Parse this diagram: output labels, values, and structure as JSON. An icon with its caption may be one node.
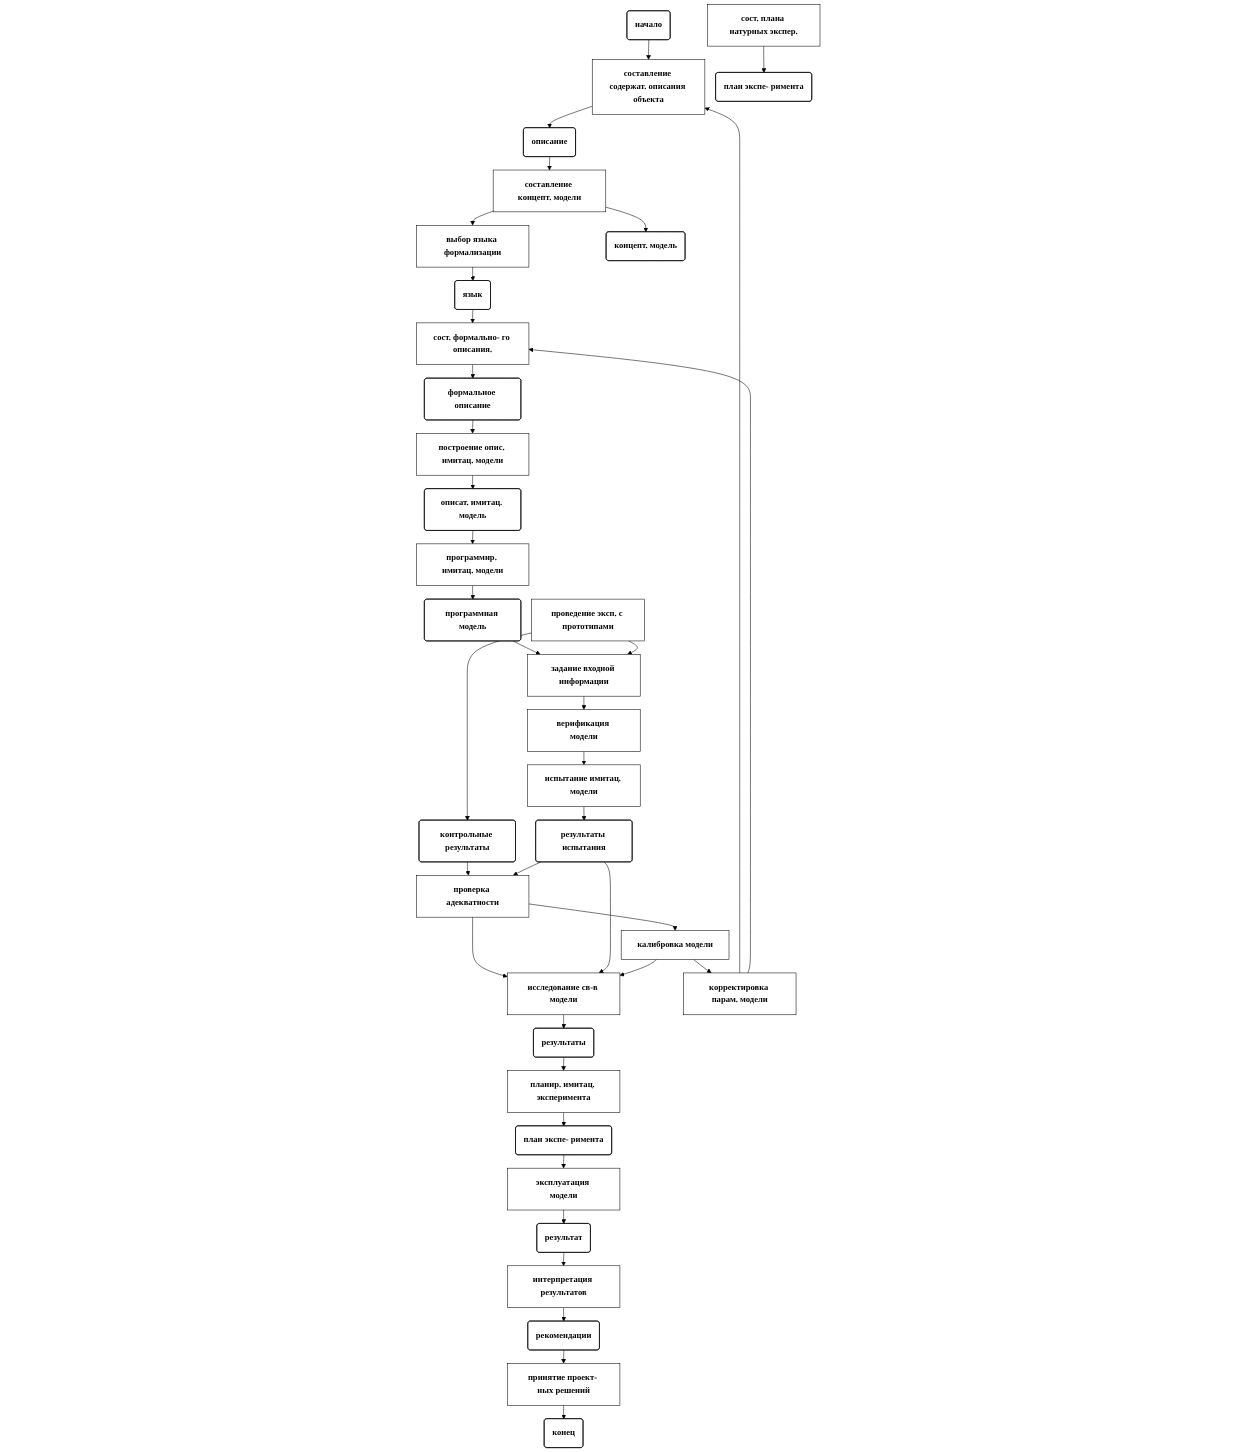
{
  "diagram": {
    "nodes": [
      {
        "text": [
          "начало"
        ]
      },
      {
        "text": [
          "составление содержат. описания объекта"
        ]
      },
      {
        "text": [
          "описание"
        ]
      },
      {
        "text": [
          "составление концепт. модели"
        ]
      },
      {
        "text": [
          "язык"
        ]
      },
      {
        "text": [
          "выбор языка формализации"
        ]
      },
      {
        "text": [
          "концепт. модель"
        ]
      },
      {
        "text": [
          "сост. плана натурных экспер."
        ]
      },
      {
        "text": [
          "сост. формально- го описания."
        ]
      },
      {
        "text": [
          "формальное описание"
        ]
      },
      {
        "text": [
          "построение опис. имитац. модели"
        ]
      },
      {
        "text": [
          "план экспе- римента"
        ]
      },
      {
        "text": [
          "программная модель"
        ]
      },
      {
        "text": [
          "программир. имитац. модели"
        ]
      },
      {
        "text": [
          "описат. имитац. модель"
        ]
      },
      {
        "text": [
          "проведение эксп. с прототипами"
        ]
      },
      {
        "text": [
          "задание входной информации"
        ]
      },
      {
        "text": [
          "верификация модели"
        ]
      },
      {
        "text": [
          "испытание имитац. модели"
        ]
      },
      {
        "text": [
          "контрольные результаты"
        ]
      },
      {
        "text": [
          "проверка адекватности"
        ]
      },
      {
        "text": [
          "результаты испытания"
        ]
      },
      {
        "text": [
          "калибровка модели"
        ]
      },
      {
        "text": [
          "исследование св-в модели"
        ]
      },
      {
        "text": [
          "корректировка парам. модели"
        ]
      },
      {
        "text": [
          "результаты"
        ]
      },
      {
        "text": [
          "результат"
        ]
      },
      {
        "text": [
          "эксплуатация модели"
        ]
      },
      {
        "text": [
          "план экспе- римента"
        ]
      },
      {
        "text": [
          "планир. имитац. эксперимента"
        ]
      },
      {
        "text": [
          "интерпретация результатов"
        ]
      },
      {
        "text": [
          "рекомендации"
        ]
      },
      {
        "text": [
          "принятие проект- ных решений"
        ]
      },
      {
        "text": [
          "конец"
        ]
      }
    ],
    "edges": [
      {
        "from": 0,
        "to": 1,
        "arrow": "to"
      },
      {
        "from": 1,
        "to": 2,
        "arrow": "to"
      },
      {
        "from": 2,
        "to": 3,
        "arrow": "to"
      },
      {
        "from": 3,
        "to": 5,
        "arrow": "to"
      },
      {
        "from": 3,
        "to": 6,
        "arrow": "to"
      },
      {
        "from": 5,
        "to": 4,
        "arrow": "to"
      },
      {
        "from": 4,
        "to": 8,
        "arrow": "to"
      },
      {
        "from": 24,
        "to": 1,
        "arrow": "to"
      },
      {
        "from": 24,
        "to": 8,
        "arrow": "to"
      },
      {
        "from": 8,
        "to": 9,
        "arrow": "to"
      },
      {
        "from": 9,
        "to": 10,
        "arrow": "to"
      },
      {
        "from": 10,
        "to": 14,
        "arrow": "to"
      },
      {
        "from": 14,
        "to": 13,
        "arrow": "to"
      },
      {
        "from": 13,
        "to": 12,
        "arrow": "to"
      },
      {
        "from": 7,
        "to": 11,
        "arrow": "to"
      },
      {
        "from": 12,
        "to": 16,
        "arrow": "to"
      },
      {
        "from": 15,
        "to": 16,
        "arrow": "to"
      },
      {
        "from": 15,
        "to": 19,
        "arrow": "to"
      },
      {
        "from": 16,
        "to": 17,
        "arrow": "to"
      },
      {
        "from": 17,
        "to": 18,
        "arrow": "to"
      },
      {
        "from": 18,
        "to": 21,
        "arrow": "to"
      },
      {
        "from": 19,
        "to": 20,
        "arrow": "to"
      },
      {
        "from": 21,
        "to": 20,
        "arrow": "to"
      },
      {
        "from": 20,
        "to": 22,
        "arrow": "to"
      },
      {
        "from": 20,
        "to": 23,
        "arrow": "to"
      },
      {
        "from": 21,
        "to": 23,
        "arrow": "to"
      },
      {
        "from": 22,
        "to": 23,
        "arrow": "to"
      },
      {
        "from": 22,
        "to": 24,
        "arrow": "to"
      },
      {
        "from": 23,
        "to": 25,
        "arrow": "to"
      },
      {
        "from": 25,
        "to": 29,
        "arrow": "to"
      },
      {
        "from": 29,
        "to": 28,
        "arrow": "to"
      },
      {
        "from": 28,
        "to": 27,
        "arrow": "to"
      },
      {
        "from": 27,
        "to": 26,
        "arrow": "to"
      },
      {
        "from": 26,
        "to": 30,
        "arrow": "to"
      },
      {
        "from": 30,
        "to": 31,
        "arrow": "to"
      },
      {
        "from": 31,
        "to": 32,
        "arrow": "to"
      },
      {
        "from": 32,
        "to": 33,
        "arrow": "to"
      }
    ]
  }
}
